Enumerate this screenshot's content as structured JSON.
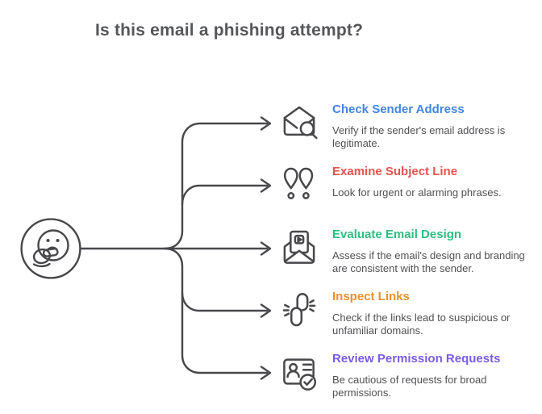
{
  "page": {
    "title": "Is this email a phishing attempt?"
  },
  "colors": {
    "line": "#48484c",
    "heading_text": "#55565a",
    "desc_text": "#515155",
    "thinker_fill": "#d8d8d8",
    "thinker_hand_fill": "#c9c9c9"
  },
  "thinker": {
    "icon": "thinking-face-icon"
  },
  "items": [
    {
      "title": "Check Sender Address",
      "description": "Verify if the sender's email address is legitimate.",
      "color": "#4285e2",
      "icon": "mail-search-icon"
    },
    {
      "title": "Examine Subject Line",
      "description": "Look for urgent or alarming phrases.",
      "color": "#e5534f",
      "icon": "double-exclamation-icon"
    },
    {
      "title": "Evaluate Email Design",
      "description": "Assess if the email's design and branding are consistent with the sender.",
      "color": "#2ebd80",
      "icon": "email-design-icon"
    },
    {
      "title": "Inspect Links",
      "description": "Check if the links lead to suspicious or unfamiliar domains.",
      "color": "#e8912e",
      "icon": "broken-link-icon"
    },
    {
      "title": "Review Permission Requests",
      "description": "Be cautious of requests for broad permissions.",
      "color": "#7a5be8",
      "icon": "id-card-check-icon"
    }
  ]
}
